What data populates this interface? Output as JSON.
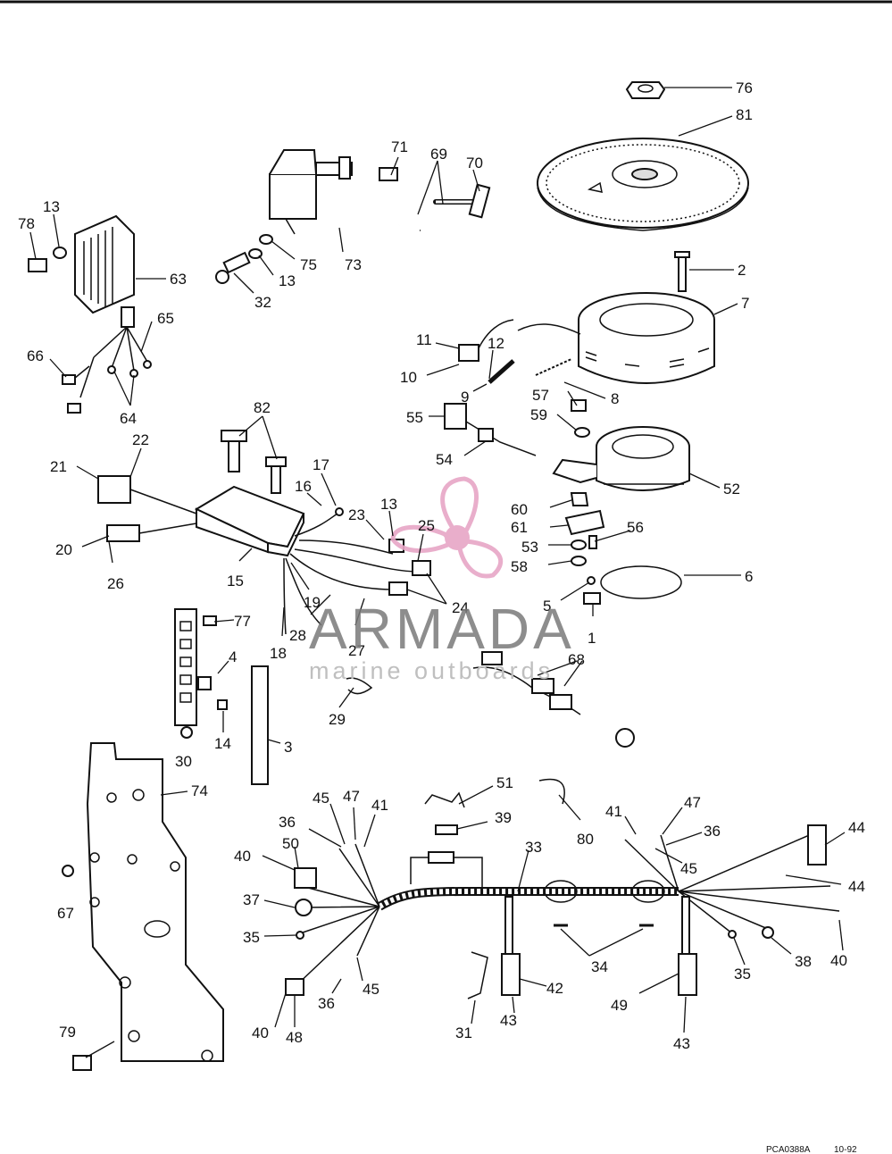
{
  "watermark": {
    "brand": "ARMADA",
    "tagline": "marine outboards",
    "logo_color": "#e7a6c6"
  },
  "footer": {
    "code": "PCA0388A",
    "date": "10-92"
  },
  "callouts": {
    "c76": "76",
    "c81": "81",
    "c2": "2",
    "c7": "7",
    "c71": "71",
    "c69": "69",
    "c70": "70",
    "c73": "73",
    "c75": "75",
    "c13a": "13",
    "c32": "32",
    "c13b": "13",
    "c78": "78",
    "c63": "63",
    "c65": "65",
    "c66": "66",
    "c64": "64",
    "c11": "11",
    "c12": "12",
    "c10": "10",
    "c9": "9",
    "c8": "8",
    "c57": "57",
    "c59": "59",
    "c55": "55",
    "c54": "54",
    "c52": "52",
    "c82": "82",
    "c22": "22",
    "c21": "21",
    "c17": "17",
    "c16": "16",
    "c13c": "13",
    "c23": "23",
    "c25": "25",
    "c60": "60",
    "c61": "61",
    "c56": "56",
    "c53": "53",
    "c58": "58",
    "c6": "6",
    "c20": "20",
    "c26": "26",
    "c15": "15",
    "c19": "19",
    "c24": "24",
    "c5": "5",
    "c1": "1",
    "c28": "28",
    "c27": "27",
    "c18": "18",
    "c77": "77",
    "c4": "4",
    "c68": "68",
    "c29": "29",
    "c14": "14",
    "c30": "30",
    "c3": "3",
    "c74": "74",
    "c51": "51",
    "c39": "39",
    "c80": "80",
    "c45a": "45",
    "c47a": "47",
    "c41a": "41",
    "c36a": "36",
    "c50": "50",
    "c40a": "40",
    "c33": "33",
    "c41b": "41",
    "c47b": "47",
    "c36b": "36",
    "c45b": "45",
    "c44a": "44",
    "c44b": "44",
    "c67": "67",
    "c37": "37",
    "c35a": "35",
    "c34": "34",
    "c35b": "35",
    "c38": "38",
    "c40b": "40",
    "c45c": "45",
    "c42": "42",
    "c36c": "36",
    "c49": "49",
    "c40c": "40",
    "c48": "48",
    "c31": "31",
    "c43a": "43",
    "c43b": "43",
    "c79": "79"
  }
}
